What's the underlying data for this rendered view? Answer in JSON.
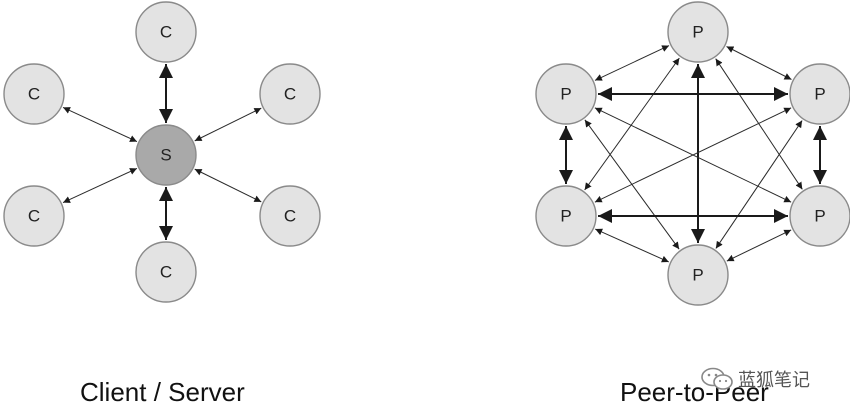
{
  "client_server": {
    "caption": "Client / Server",
    "server_label": "S",
    "client_labels": [
      "C",
      "C",
      "C",
      "C",
      "C",
      "C"
    ]
  },
  "peer_to_peer": {
    "caption": "Peer-to-Peer",
    "peer_labels": [
      "P",
      "P",
      "P",
      "P",
      "P",
      "P"
    ]
  },
  "watermark": {
    "text": "蓝狐笔记",
    "icon": "wechat-icon"
  },
  "colors": {
    "client_fill": "#e3e3e3",
    "server_fill": "#a9a9a9",
    "peer_fill": "#e3e3e3",
    "edge": "#2a2a2a"
  }
}
